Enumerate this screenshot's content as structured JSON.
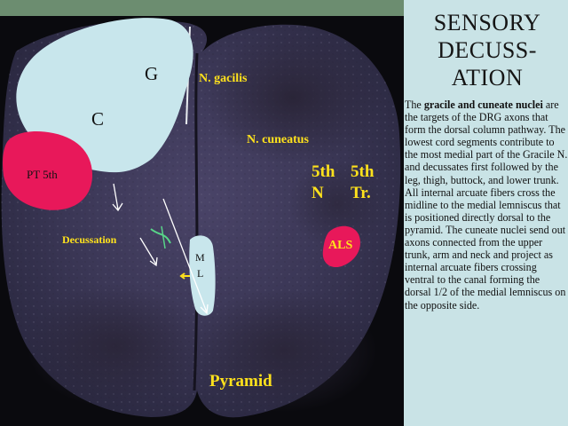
{
  "slide": {
    "title_lines": [
      "SENSORY",
      "DECUSS-",
      "ATION"
    ],
    "body": {
      "lead": "The ",
      "bold": "gracile and cuneate nuclei",
      "rest": " are the targets of the DRG axons that form the dorsal column pathway.   The lowest cord segments contribute to the most medial part of the Gracile N. and decussates first followed by the leg, thigh, buttock,  and lower trunk.   All internal arcuate fibers cross the midline to the medial lemniscus that is positioned directly dorsal to the pyramid.  The cuneate nuclei send out axons connected from the  upper trunk, arm and neck and project as internal arcuate fibers crossing ventral to the canal forming the dorsal 1/2 of the medial lemniscus on the opposite side."
    }
  },
  "figure": {
    "labels": {
      "g": "G",
      "c": "C",
      "n_gracilis": "N. gacilis",
      "n_cuneatus": "N. cuneatus",
      "pt5": "PT 5th",
      "fifth_n_top": "5th",
      "fifth_n_bottom": "N",
      "fifth_tr_top": "5th",
      "fifth_tr_bottom": "Tr.",
      "decussation": "Decussation",
      "als": "ALS",
      "ml_top": "M",
      "ml_bottom": "L",
      "pyramid": "Pyramid"
    },
    "colors": {
      "overlay_blue": "#c8e6ec",
      "overlay_pink": "#e8185a",
      "label_yellow": "#ffe21c",
      "background": "#c9e3e6"
    }
  }
}
